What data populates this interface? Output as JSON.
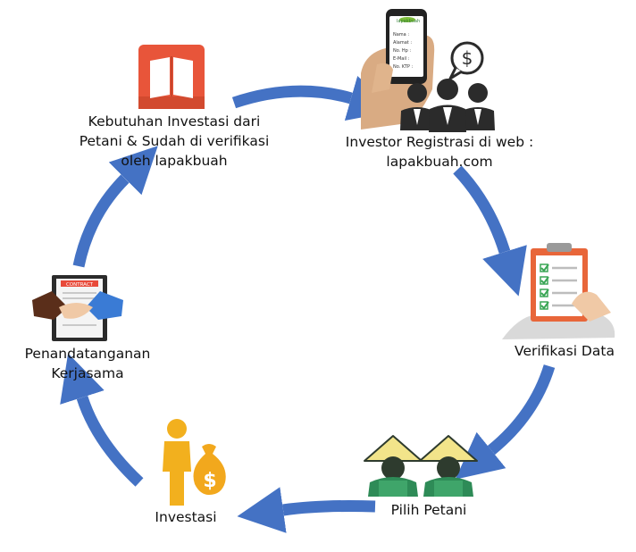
{
  "colors": {
    "arrow": "#4472c4",
    "book": "#e8553a",
    "suit": "#2b2b2b",
    "phone": "#222222",
    "clipboard": "#e8663a",
    "check": "#3aa655",
    "farmer_hat": "#f2e48a",
    "farmer_body": "#2e8b57",
    "money_bag": "#f2a81d",
    "person_gold": "#f2b01e",
    "contract_blue": "#3a7bd5",
    "contract_red": "#e84a3a"
  },
  "icons": [
    "book-icon",
    "phone-registration-icon",
    "dollar-speech-icon",
    "investor-group-icon",
    "clipboard-checklist-icon",
    "farmer-group-icon",
    "investor-money-bag-icon",
    "contract-handshake-icon"
  ],
  "phone_screen": {
    "brand": "lapakbuah",
    "fields": [
      "Nama :",
      "Alamat :",
      "No. Hp :",
      "E-Mail :",
      "No. KTP :"
    ]
  },
  "contract_label": "CONTRACT",
  "steps": {
    "kebutuhan": {
      "lines": [
        "Kebutuhan Investasi dari",
        "Petani & Sudah di verifikasi",
        "oleh lapakbuah"
      ]
    },
    "registrasi": {
      "lines": [
        "Investor Registrasi di web :",
        "lapakbuah.com"
      ]
    },
    "verifikasi": {
      "lines": [
        "Verifikasi Data"
      ]
    },
    "pilih": {
      "lines": [
        "Pilih Petani"
      ]
    },
    "investasi": {
      "lines": [
        "Investasi"
      ]
    },
    "penandatanganan": {
      "lines": [
        "Penandatanganan",
        "Kerjasama"
      ]
    }
  }
}
